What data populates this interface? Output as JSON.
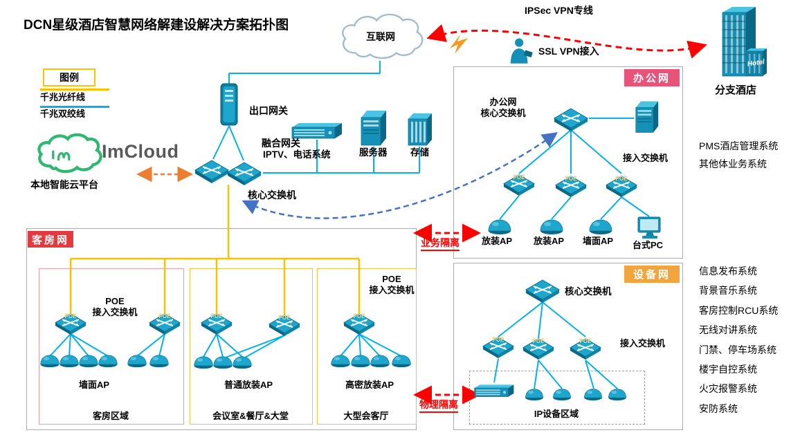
{
  "title": "DCN星级酒店智慧网络解建设解决方案拓扑图",
  "legend": {
    "title": "图例",
    "fiber": "千兆光纤线",
    "copper": "千兆双绞线"
  },
  "top": {
    "internet": "互联网",
    "ipsec": "IPSec VPN专线",
    "ssl": "SSL VPN接入",
    "branch": "分支酒店",
    "hotel": "Hotel"
  },
  "core": {
    "exit_gw": "出口网关",
    "conv_gw": "融合网关",
    "conv_gw2": "IPTV、电话系统",
    "server": "服务器",
    "storage": "存储",
    "switch": "核心交换机",
    "imcloud": "ImCloud",
    "local_cloud": "本地智能云平台"
  },
  "office": {
    "tag": "办公网",
    "core_l1": "办公网",
    "core_l2": "核心交换机",
    "access": "接入交换机",
    "ap1": "放装AP",
    "ap2": "放装AP",
    "ap3": "墙面AP",
    "pc": "台式PC"
  },
  "right_top": [
    "PMS酒店管理系统",
    "其他体业务系统"
  ],
  "rooms": {
    "tag": "客房网",
    "poe_l1": "POE",
    "poe_l2": "接入交换机",
    "area1": "客房区域",
    "area2": "会议室&餐厅&大堂",
    "area3": "大型会客厅",
    "ap1": "墙面AP",
    "ap2": "普通放装AP",
    "ap3": "高密放装AP"
  },
  "isolation": {
    "business": "业务隔离",
    "physical": "物理隔离"
  },
  "devnet": {
    "tag": "设备网",
    "core": "核心交换机",
    "access": "接入交换机",
    "area": "IP设备区域"
  },
  "right_bottom": [
    "信息发布系统",
    "背景音乐系统",
    "客房控制RCU系统",
    "无线对讲系统",
    "门禁、停车场系统",
    "楼宇自控系统",
    "火灾报警系统",
    "安防系统"
  ],
  "icons": {
    "poe": "POE"
  },
  "colors": {
    "fiber": "#FFC000",
    "copper": "#00B0F0",
    "device_teal": "#1591B8",
    "alert_red": "#FF0000",
    "office_tag": "#E8537A",
    "room_tag": "#E23A3F",
    "device_tag": "#F2A53C",
    "imcloud_green": "#2EB872",
    "dashed_blue": "#4472C4",
    "dashed_orange": "#ED7D31"
  }
}
